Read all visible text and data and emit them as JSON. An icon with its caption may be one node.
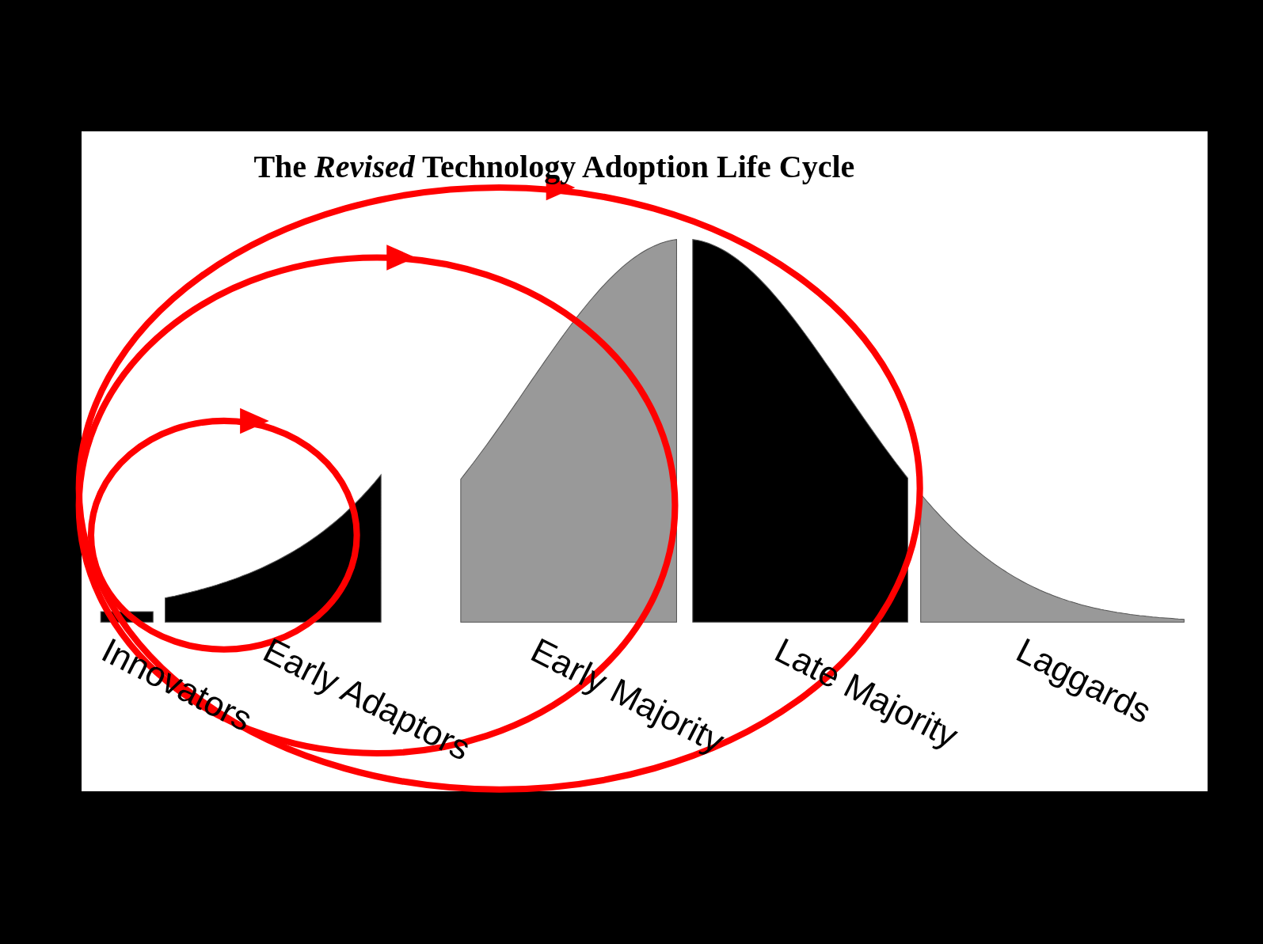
{
  "diagram": {
    "title": "The *Revised* Technology Adoption Life Cycle",
    "labels": [
      "Innovators",
      "Early Adaptors",
      "Early Majority",
      "Late Majority",
      "Laggards"
    ]
  }
}
